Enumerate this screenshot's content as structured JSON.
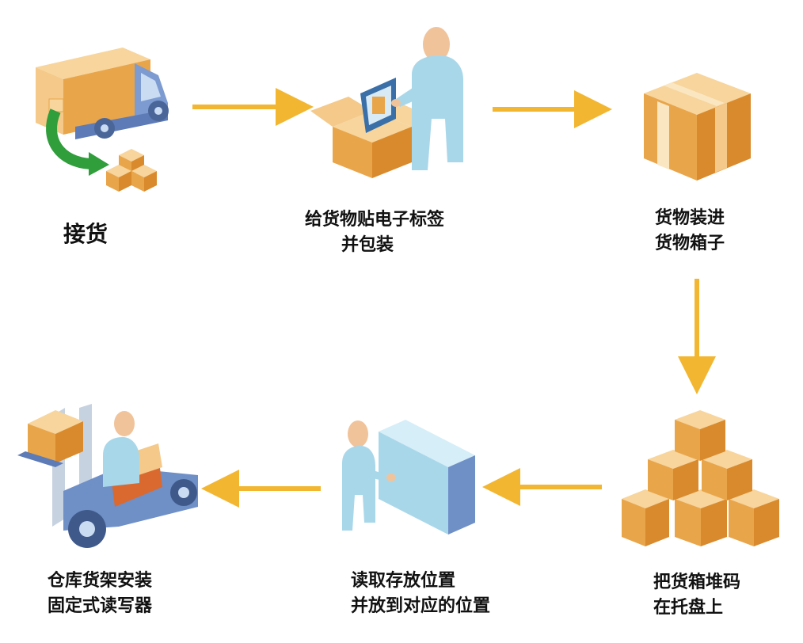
{
  "colors": {
    "arrow": "#f2b631",
    "box_light": "#f4c98a",
    "box_mid": "#e9a54a",
    "box_dark": "#d98a2c",
    "person": "#a9d7ea",
    "skin": "#f0c39a",
    "truck": "#6f8fc7",
    "green": "#2f9e3b"
  },
  "steps": [
    {
      "id": "receive",
      "lines": [
        "接货"
      ],
      "icon": "delivery-truck-icon"
    },
    {
      "id": "tag",
      "lines": [
        "给货物贴电子标签",
        "并包装"
      ],
      "icon": "worker-tagging-box-icon"
    },
    {
      "id": "box",
      "lines": [
        "货物装进",
        "货物箱子"
      ],
      "icon": "sealed-box-icon"
    },
    {
      "id": "stack",
      "lines": [
        "把货箱堆码",
        "在托盘上"
      ],
      "icon": "stacked-boxes-icon"
    },
    {
      "id": "read",
      "lines": [
        "读取存放位置",
        "并放到对应的位置"
      ],
      "icon": "worker-shelf-icon"
    },
    {
      "id": "forklift",
      "lines": [
        "仓库货架安装",
        "固定式读写器"
      ],
      "icon": "forklift-icon"
    }
  ]
}
